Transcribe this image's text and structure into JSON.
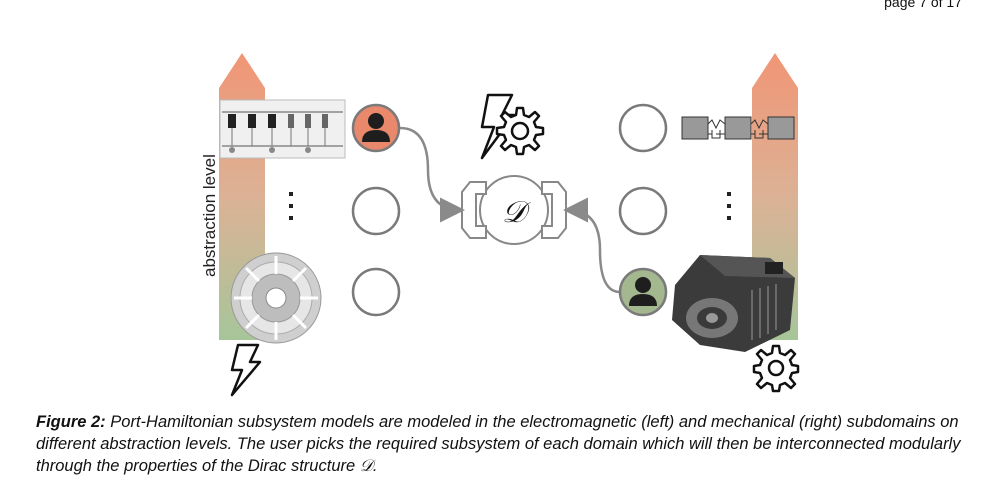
{
  "page": {
    "number": "page 7 of 17"
  },
  "figure": {
    "axis_label": "abstraction level",
    "dirac_symbol": "𝒟",
    "dots": "⋮"
  },
  "caption": {
    "label": "Figure 2:",
    "text": " Port-Hamiltonian subsystem models are modeled in the electromagnetic (left) and mechanical (right) subdomains on different abstraction levels. The user picks the required subsystem of each domain which will then be interconnected modularly through the properties of the Dirac structure 𝒟."
  },
  "colors": {
    "arrow_top": "#ef8a66",
    "arrow_bottom": "#9dbf8e",
    "circle_stroke": "#7a7a7a",
    "connector": "#8a8a8a"
  }
}
